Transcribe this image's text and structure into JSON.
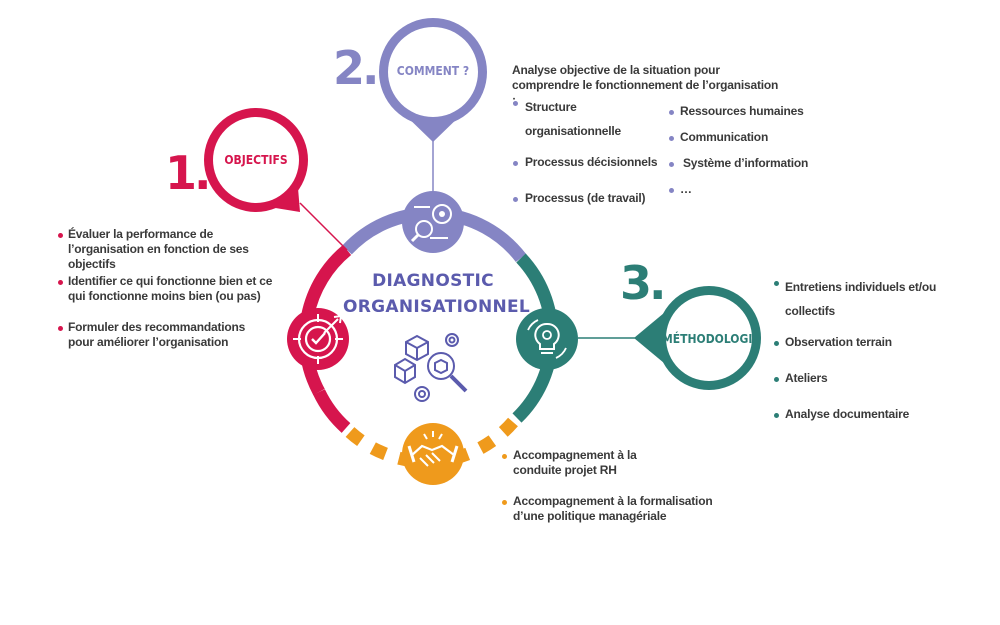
{
  "center": {
    "title_line1": "DIAGNOSTIC",
    "title_line2": "ORGANISATIONNEL",
    "icon": "cubes-gears-magnifier-icon"
  },
  "colors": {
    "red": "#d6154d",
    "purple": "#8585c4",
    "teal": "#2c7e76",
    "orange": "#ef9a1c",
    "text": "#3a3a3a"
  },
  "objectifs": {
    "number": "1.",
    "label": "OBJECTIFS",
    "icon": "target-icon",
    "items": [
      "Évaluer la performance de l’organisation en fonction de ses objectifs",
      "Identifier ce qui fonctionne bien et ce qui fonctionne moins bien (ou pas)",
      "Formuler des recommandations pour améliorer l’organisation"
    ]
  },
  "comment": {
    "number": "2.",
    "label": "COMMENT ?",
    "icon": "analysis-gear-icon",
    "intro": "Analyse objective de la situation pour comprendre le fonctionnement de l’organisation :",
    "col1": [
      "Structure organisationnelle",
      "Processus décisionnels",
      "Processus (de travail)"
    ],
    "col2": [
      "Ressources humaines",
      "Communication",
      "Système d’information",
      "…"
    ]
  },
  "methodologie": {
    "number": "3.",
    "label": "MÉTHODOLOGIE",
    "icon": "lightbulb-gear-icon",
    "items": [
      "Entretiens individuels et/ou collectifs",
      "Observation terrain",
      "Ateliers",
      "Analyse documentaire"
    ]
  },
  "accompagnement": {
    "icon": "handshake-icon",
    "items": [
      "Accompagnement à la conduite projet RH",
      "Accompagnement à la formalisation d’une politique managériale"
    ]
  }
}
